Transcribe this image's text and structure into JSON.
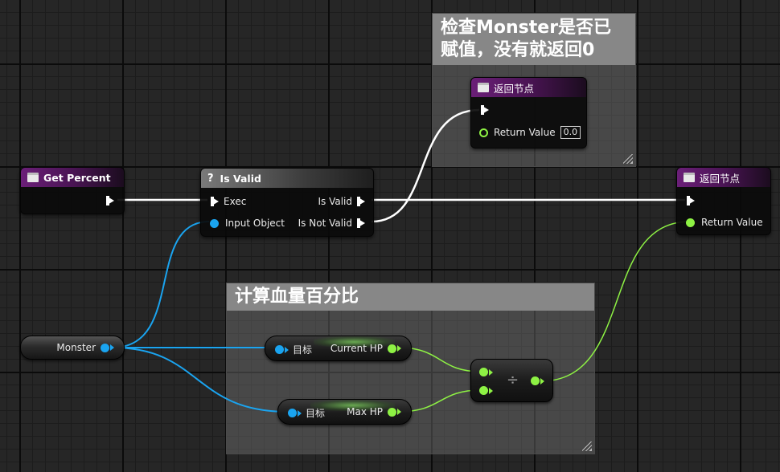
{
  "comments": {
    "check": "检查Monster是否已\n赋值，没有就返回0",
    "calc": "计算血量百分比"
  },
  "nodes": {
    "get_percent": {
      "title": "Get Percent"
    },
    "is_valid": {
      "title": "Is Valid",
      "exec": "Exec",
      "input_object": "Input Object",
      "is_valid_out": "Is Valid",
      "is_not_valid_out": "Is Not Valid"
    },
    "return_top": {
      "title": "返回节点",
      "return_value": "Return Value",
      "default_value": "0.0"
    },
    "return_right": {
      "title": "返回节点",
      "return_value": "Return Value"
    },
    "monster": {
      "label": "Monster"
    },
    "current_hp": {
      "target": "目标",
      "output": "Current HP"
    },
    "max_hp": {
      "target": "目标",
      "output": "Max HP"
    },
    "divide": {
      "symbol": "÷"
    }
  },
  "colors": {
    "exec_wire": "#ffffff",
    "object_wire": "#1aa4f0",
    "float_wire": "#8ef244",
    "function_header": "#6b1f78"
  },
  "icons": {
    "function": "function-entry-icon",
    "is_valid": "question-icon"
  }
}
